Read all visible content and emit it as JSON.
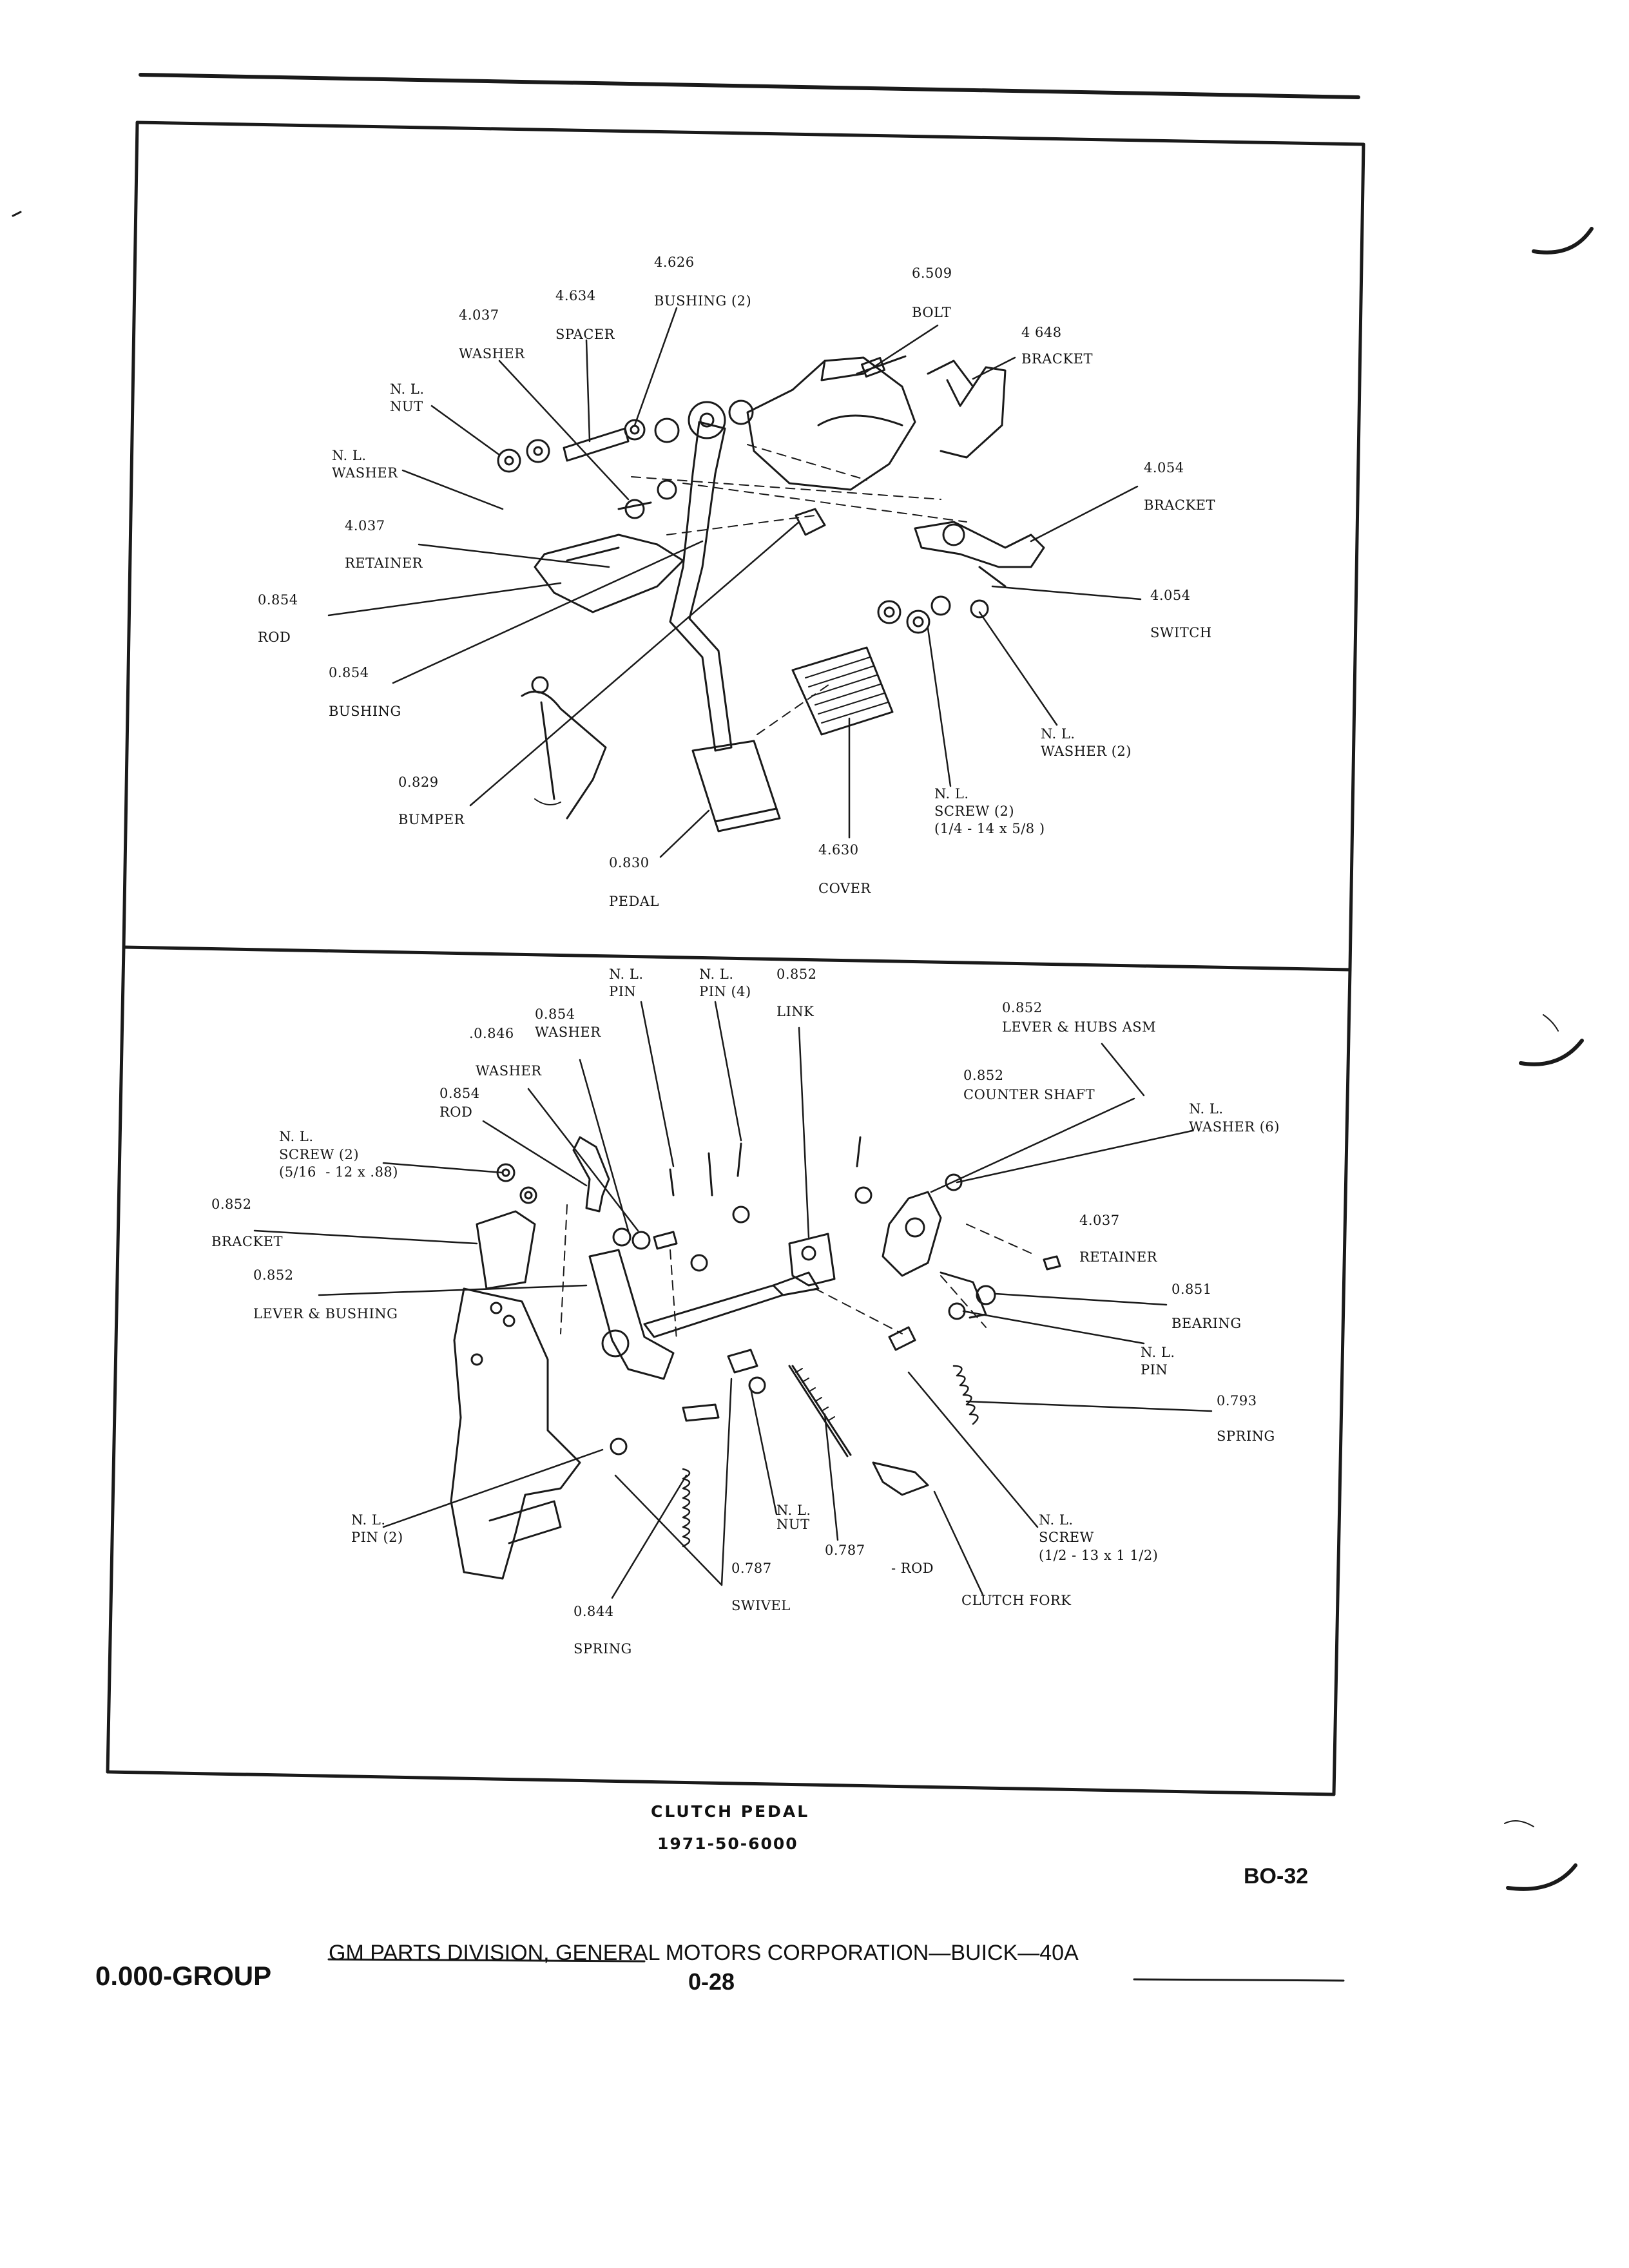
{
  "caption": {
    "title": "CLUTCH PEDAL",
    "code": "1971-50-6000",
    "page_code": "BO-32"
  },
  "footer": {
    "group": "0.000-GROUP",
    "division": "GM PARTS DIVISION, GENERAL MOTORS CORPORATION—BUICK—40A",
    "page_number": "0-28"
  },
  "upper_panel": {
    "labels": {
      "bushing_626_num": "4.626",
      "bushing_626_name": "BUSHING (2)",
      "bolt_num": "6.509",
      "bolt_name": "BOLT",
      "spacer_num": "4.634",
      "spacer_name": "SPACER",
      "washer_037_num": "4.037",
      "washer_037_name": "WASHER",
      "bracket_648_num": "4 648",
      "bracket_648_name": "BRACKET",
      "nl_nut_a": "N. L.",
      "nl_nut_b": "NUT",
      "nl_washer_a": "N. L.",
      "nl_washer_b": "WASHER",
      "bracket_054_num": "4.054",
      "bracket_054_name": "BRACKET",
      "retainer_num": "4.037",
      "retainer_name": "RETAINER",
      "switch_num": "4.054",
      "switch_name": "SWITCH",
      "rod_num": "0.854",
      "rod_name": "ROD",
      "bushing_854_num": "0.854",
      "bushing_854_name": "BUSHING",
      "nl_washer2_a": "N. L.",
      "nl_washer2_b": "WASHER (2)",
      "bumper_num": "0.829",
      "bumper_name": "BUMPER",
      "nl_screw_a": "N. L.",
      "nl_screw_b": "SCREW (2)",
      "nl_screw_c": "(1/4 - 14 x 5/8 )",
      "cover_num": "4.630",
      "cover_name": "COVER",
      "pedal_num": "0.830",
      "pedal_name": "PEDAL"
    }
  },
  "lower_panel": {
    "labels": {
      "nl_pin_a": "N. L.",
      "nl_pin_b": "PIN",
      "nl_pin4_a": "N. L.",
      "nl_pin4_b": "PIN (4)",
      "link_num": "0.852",
      "link_name": "LINK",
      "washer_854_num": "0.854",
      "washer_854_name": "WASHER",
      "washer_846_num": ".0.846",
      "lever_hubs_num": "0.852",
      "lever_hubs_name": "LEVER & HUBS ASM",
      "washer_846_name": "WASHER",
      "countershaft_num": "0.852",
      "countershaft_name": "COUNTER SHAFT",
      "rod_854_num": "0.854",
      "rod_854_name": "ROD",
      "nl_washer6_a": "N. L.",
      "nl_washer6_b": "WASHER (6)",
      "nl_screw2_a": "N. L.",
      "nl_screw2_b": "SCREW (2)",
      "nl_screw2_c": "(5/16  - 12 x .88)",
      "bracket_852_num": "0.852",
      "bracket_852_name": "BRACKET",
      "retainer_037_num": "4.037",
      "retainer_037_name": "RETAINER",
      "lever_bushing_num": "0.852",
      "lever_bushing_name": "LEVER & BUSHING",
      "bearing_num": "0.851",
      "bearing_name": "BEARING",
      "nl_pin_c": "N. L.",
      "nl_pin_d": "PIN",
      "spring_793_num": "0.793",
      "spring_793_name": "SPRING",
      "nl_pin2_a": "N. L.",
      "nl_pin2_b": "PIN (2)",
      "nl_nut_a": "N. L.",
      "nl_nut_b": "NUT",
      "rod_787_num": "0.787",
      "rod_787_name": "- ROD",
      "swivel_num": "0.787",
      "swivel_name": "SWIVEL",
      "nl_screw3_a": "N. L.",
      "nl_screw3_b": "SCREW",
      "nl_screw3_c": "(1/2 - 13 x 1 1/2)",
      "clutch_fork_name": "CLUTCH FORK",
      "spring_844_num": "0.844",
      "spring_844_name": "SPRING"
    }
  }
}
